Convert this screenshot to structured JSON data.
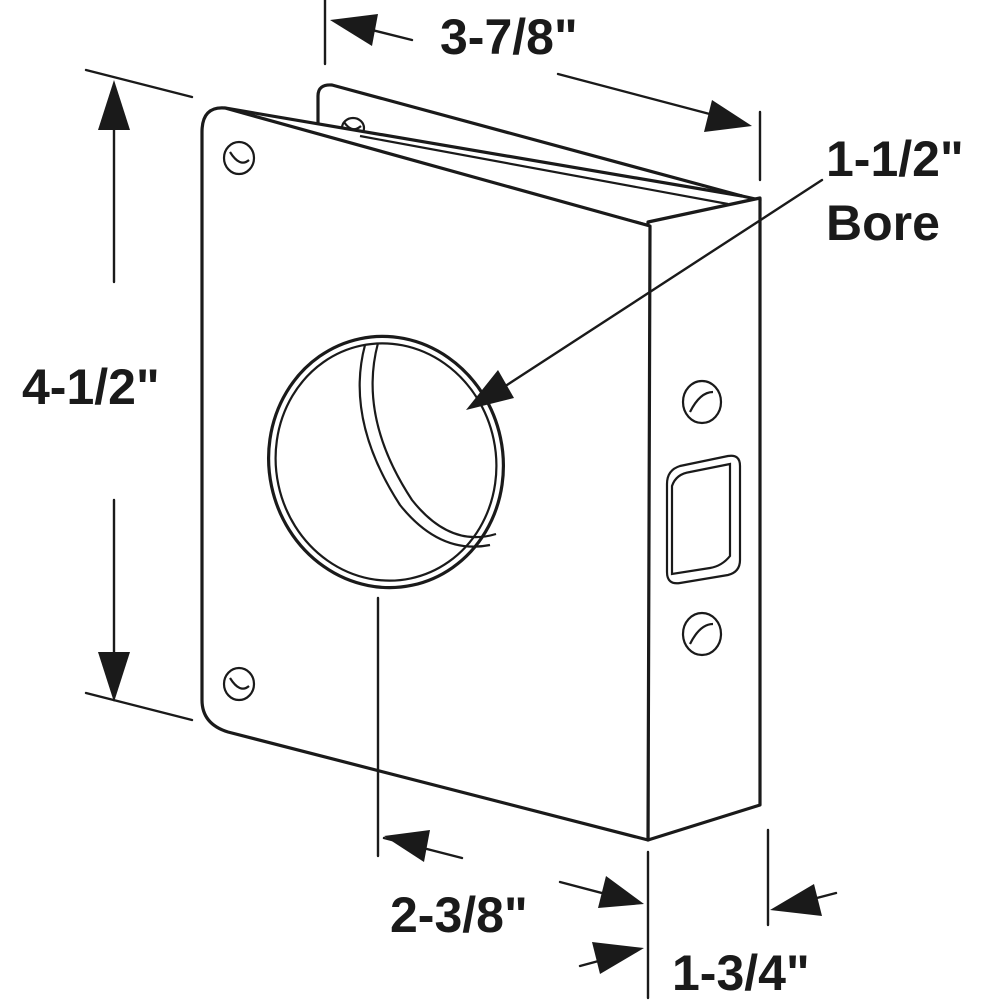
{
  "product": "door reinforcer plate",
  "dimensions": {
    "top_width": "3-7/8\"",
    "height": "4-1/2\"",
    "bore_size": "1-1/2\"",
    "bore_word": "Bore",
    "backset": "2-3/8\"",
    "thickness": "1-3/4\""
  },
  "colors": {
    "line": "#1a1a1a",
    "background": "#ffffff"
  }
}
